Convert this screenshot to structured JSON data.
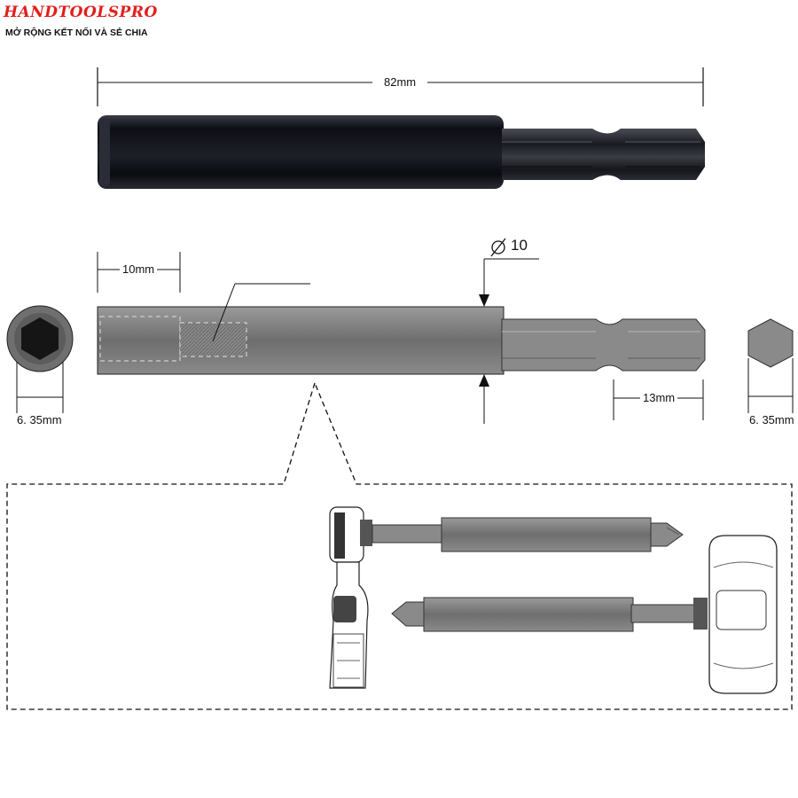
{
  "brand": {
    "name": "HANDTOOLSPRO",
    "tagline": "MỞ RỘNG KẾT NỐI VÀ SẺ CHIA",
    "color": "#e0201c"
  },
  "dimensions": {
    "overall_length": "82mm",
    "socket_depth": "10mm",
    "diameter": "10",
    "hex_tip_length": "13mm",
    "hex_socket_size": "6. 35mm",
    "hex_shank_size": "6. 35mm"
  },
  "colors": {
    "holder_black": "#15161c",
    "body_grey": "#7d7d7d",
    "shank_grey": "#8c8c8c",
    "line": "#111111"
  }
}
